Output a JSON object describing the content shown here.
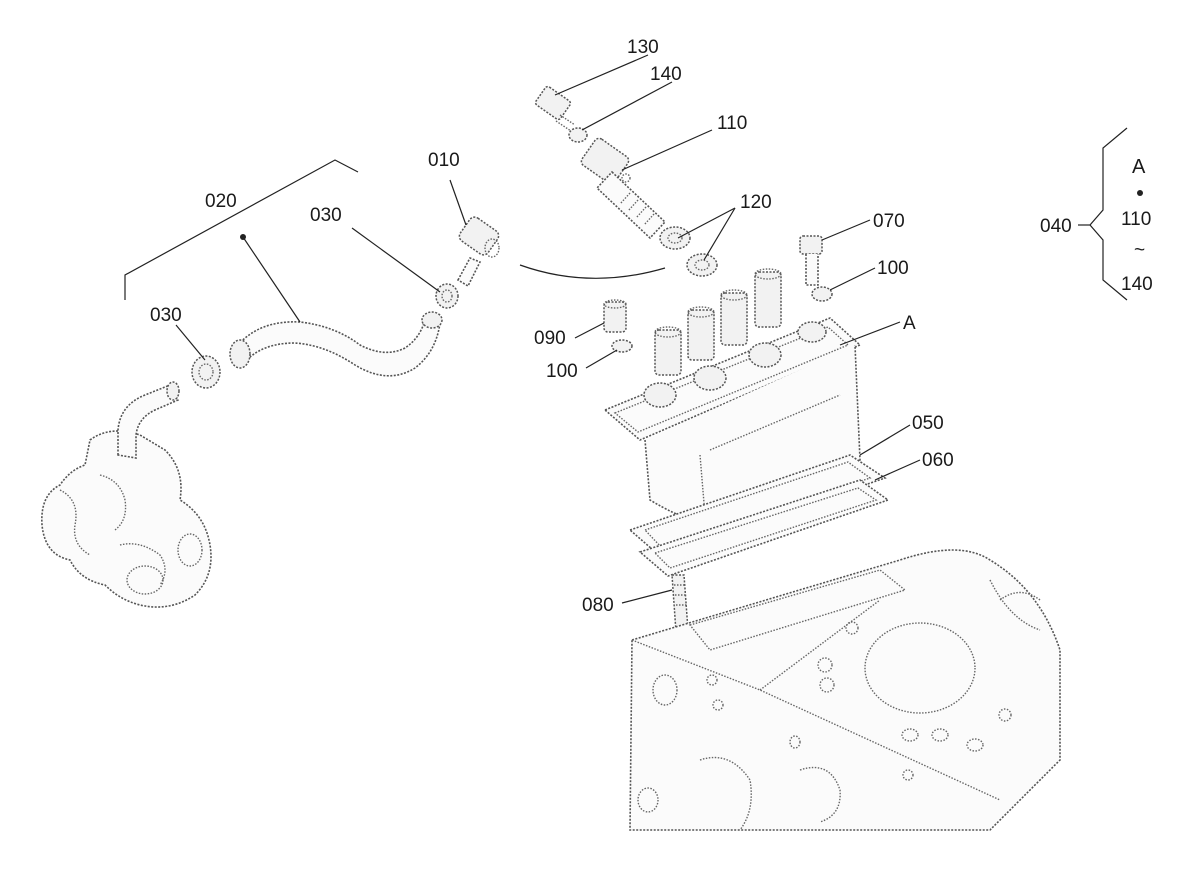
{
  "callouts": {
    "c010": "010",
    "c020": "020",
    "c030a": "030",
    "c030b": "030",
    "c040": "040",
    "c050": "050",
    "c060": "060",
    "c070": "070",
    "c080": "080",
    "c090": "090",
    "c100a": "100",
    "c100b": "100",
    "c110": "110",
    "c120": "120",
    "c130": "130",
    "c140": "140",
    "cA": "A"
  },
  "kit_bracket": {
    "top": "A",
    "middle": "110",
    "tilde": "~",
    "bottom": "140"
  }
}
